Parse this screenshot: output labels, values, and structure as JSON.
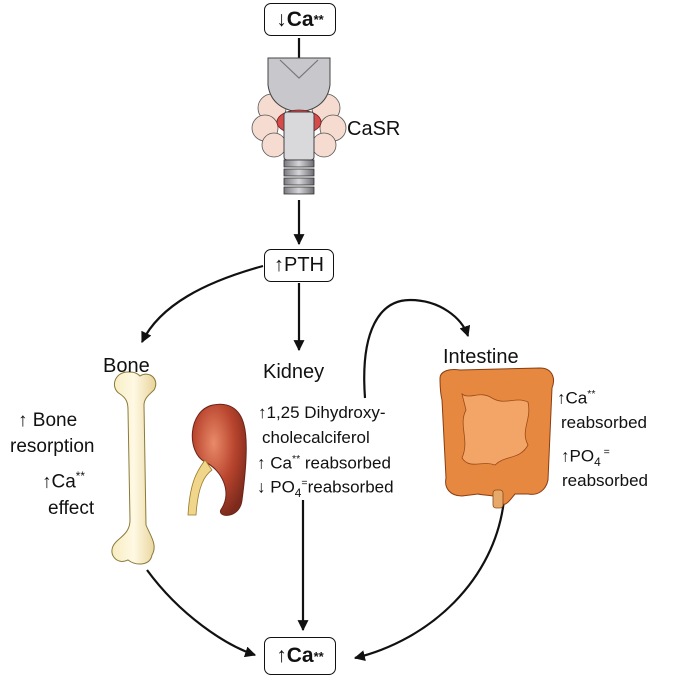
{
  "top_box": {
    "arrow": "↓",
    "text": "Ca",
    "sup": "**"
  },
  "casr_label": "CaSR",
  "pth_box": {
    "arrow": "↑",
    "text": "PTH"
  },
  "bone": {
    "title": "Bone",
    "line1_arrow": "↑",
    "line1": "Bone",
    "line2": "resorption",
    "line3_arrow": "↑",
    "line3": "Ca",
    "line3_sup": "**",
    "line4": "effect"
  },
  "kidney": {
    "title": "Kidney",
    "line1_arrow": "↑",
    "line1": "1,25 Dihydroxy-",
    "line2": "cholecalciferol",
    "line3_arrow": "↑",
    "line3_a": "Ca",
    "line3_sup": "**",
    "line3_b": " reabsorbed",
    "line4_arrow": "↓",
    "line4_a": "PO",
    "line4_sub": "4",
    "line4_sup": "=",
    "line4_b": "reabsorbed"
  },
  "intestine": {
    "title": "Intestine",
    "line1_arrow": "↑",
    "line1": "Ca",
    "line1_sup": "**",
    "line2": "reabsorbed",
    "line3_arrow": "↑",
    "line3": "PO",
    "line3_sub": "4",
    "line3_sup": " =",
    "line4": "reabsorbed"
  },
  "bottom_box": {
    "arrow": "↑",
    "text": "Ca",
    "sup": "**"
  }
}
